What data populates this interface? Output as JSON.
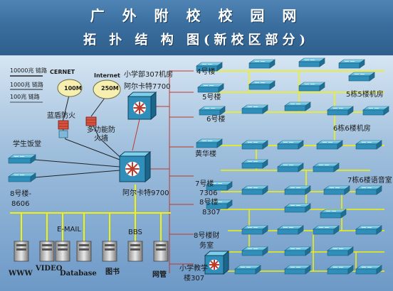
{
  "header": {
    "title": "广 外 附 校 校 园 网",
    "subtitle": "拓 扑 结 构 图(新校区部分)"
  },
  "legend": [
    "10000兆 链路",
    "1000兆 链路",
    "100兆 链路"
  ],
  "labels": {
    "cernet": "CERNET",
    "internet": "Internet",
    "cloud1": "100M",
    "cloud2": "250M",
    "firewall1": "蓝盾防火",
    "firewall2": "多功能防火墙",
    "core1": "小学部307机房",
    "core1b": "阿尔卡特7700",
    "core2": "阿尔卡特9700",
    "canteen": "学生饭堂",
    "b8": "8号楼-",
    "b8b": "8606",
    "email": "E-MAIL",
    "bbs": "BBS",
    "www": "WWW",
    "video": "VIDEO",
    "database": "Database",
    "library": "图书",
    "netmgmt": "网管",
    "b4": "4号楼",
    "b5": "5号楼",
    "b6": "6号楼",
    "huanghua": "黄华楼",
    "b7": "7号楼",
    "b7b": "7306",
    "b8r": "8号楼",
    "b8rb": "8307",
    "b8c": "8号楼财",
    "b8cb": "务室",
    "school": "小学教学",
    "schoolb": "楼307",
    "lab5": "5栋5楼机房",
    "lab6": "6栋6楼机房",
    "lang7": "7栋6楼语音室"
  }
}
